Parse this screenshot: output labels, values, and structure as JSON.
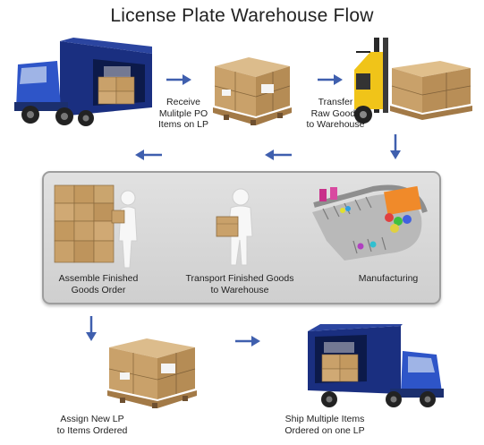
{
  "title": "License Plate Warehouse Flow",
  "steps": {
    "receive": "Receive\nMulitple PO\nItems on LP",
    "transfer": "Transfer\nRaw Goods\nto Warehouse",
    "manufacturing": "Manufacturing",
    "transport": "Transport Finished Goods\nto Warehouse",
    "assemble": "Assemble Finished\nGoods Order",
    "assign": "Assign New LP\nto Items Ordered",
    "ship": "Ship Multiple Items\nOrdered on one LP"
  },
  "colors": {
    "arrow": "#3f5fae",
    "truck_container": "#1a2f80",
    "truck_cab": "#2e55c8",
    "box": "#c9a16a",
    "pallet": "#b58a55",
    "forklift": "#f0c419",
    "panel": "#d6d6d6"
  },
  "icons": [
    "truck-icon",
    "pallet-boxes-icon",
    "forklift-icon",
    "conveyor-icon",
    "worker-carrying-box-icon",
    "worker-stacking-boxes-icon",
    "arrow-icon"
  ]
}
